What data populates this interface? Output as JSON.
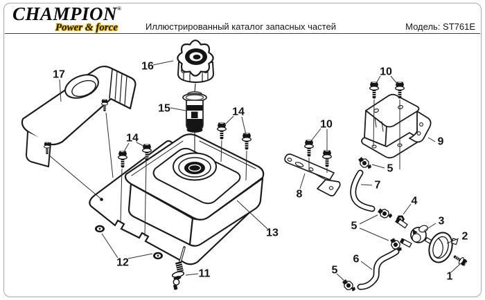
{
  "header": {
    "logo_title": "CHAMPION",
    "logo_mark": "®",
    "logo_subtitle": "Power & force",
    "catalog_title": "Иллюстрированный каталог запасных частей",
    "model": "Модель: ST761E",
    "logo_accent_color": "#f2c200"
  },
  "diagram": {
    "callouts": [
      {
        "number": "17"
      },
      {
        "number": "16"
      },
      {
        "number": "15"
      },
      {
        "number": "14"
      },
      {
        "number": "14"
      },
      {
        "number": "10"
      },
      {
        "number": "10"
      },
      {
        "number": "9"
      },
      {
        "number": "8"
      },
      {
        "number": "5"
      },
      {
        "number": "7"
      },
      {
        "number": "4"
      },
      {
        "number": "5"
      },
      {
        "number": "3"
      },
      {
        "number": "2"
      },
      {
        "number": "6"
      },
      {
        "number": "5"
      },
      {
        "number": "1"
      },
      {
        "number": "13"
      },
      {
        "number": "11"
      },
      {
        "number": "12"
      }
    ]
  }
}
